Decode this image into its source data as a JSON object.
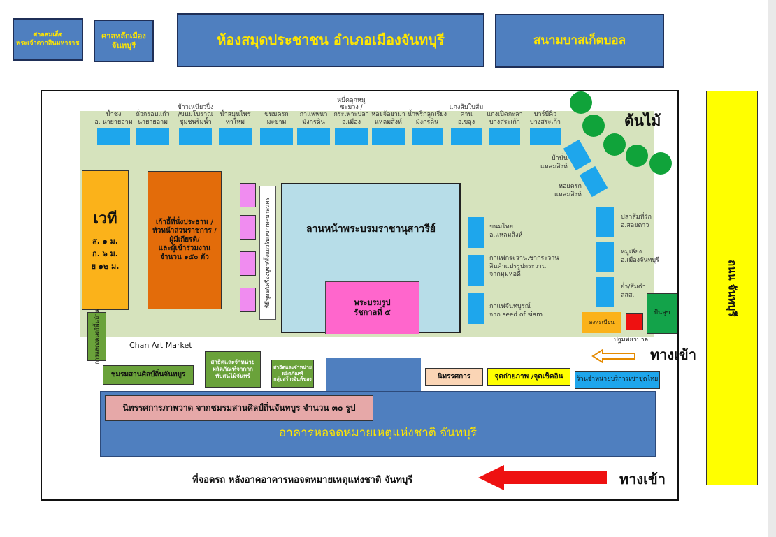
{
  "top": {
    "shrine_king": "ศาลสมเด็จ\nพระเจ้าตากสินมหาราช",
    "city_pillar": "ศาลหลักเมือง\nจันทบุรี",
    "library": "ห้องสมุดประชาชน อำเภอเมืองจันทบุรี",
    "basketball": "สนามบาสเก็ตบอล"
  },
  "road": "ถนน จันทบุรี",
  "trees_label": "ต้นไม้",
  "top_stalls": [
    "น้ำชง\nอ. นายายอาม",
    "ถั่วกรอบแก้ว\nนายายอาม",
    "ข้าวเหนียวปิ้ง\n/ขนมโบราณ\nชุมชนริมน้ำ",
    "น้ำสมุนไพร\nท่าใหม่",
    "ขนมครก\nมะขาม",
    "กาแฟพนา\nมังกรดิน",
    "หมี่คลุกหมูชะมวง /\nกระเพาะปลา\nอ.เมือง",
    "หอยจ้อยาม่า\nแหลมสิงห์",
    "น้ำพริกลูกเรียง\nมังกรดิน",
    "แกงส้มใบส้มคาน\nอ.ขลุง",
    "แกงเปิดกะลา\nบางสระเก้า",
    "บาร์บีคิว\nบางสระเก้า"
  ],
  "diag_stalls": [
    "บ้านั่น\nแหลมสิงห์",
    "หอยครก\nแหลมสิงห์"
  ],
  "right_stalls": [
    "ปลาส้มที่รัก\nอ.สอยดาว",
    "หมูเลียง\nอ.เมืองจันทบุรี",
    "ย่ำ/ส้มตำ\nสสส."
  ],
  "inner_stalls": [
    "ขนมไทย\nอ.แหลมสิงห์",
    "กาแฟกระวาน,ชากระวาน\nสินค้าแปรรูปกระวาน\nจากมุมหอดี",
    "กาแฟจันทบูรณ์\nจาก seed of siam"
  ],
  "stage": {
    "title": "เวที",
    "dims": "ส. ๑ ม.\nก. ๖ ม.\nย ๑๒ ม."
  },
  "seats": "เก้าอี้ที่นั่งประธาน /\nหัวหน้าส่วนราชการ /\nผู้มีเกียรติ/\nและผู้เข้าร่วมงาน\nจำนวน ๑๕๐ ตัว",
  "vertical_table": "พิธีพุทธ/เครื่องบูชา/ตั้งแถวรับแขกเทศบาลนคร",
  "plaza": "ลานหน้าพระบรมราชานุสาวรีย์",
  "statue": "พระบรมรูป\nรัชกาลที่ ๕",
  "registration": "ลงทะเบียน",
  "first_aid": "ปฐมพยาบาล",
  "donation": "ปันสุข",
  "entrance_right": "ทางเข้า",
  "entrance_bottom": "ทางเข้า",
  "left_vertical": "การแสดงดนตรีพื้นบ้าน",
  "chan_art_market": "Chan Art Market",
  "art_club": "ชมรมสานศิลป์ถิ่นจันทบูร",
  "demo1": "สาธิตและจำหน่าย\nผลิตภัณฑ์จากกก\nทับสนไม้จันทร์",
  "demo2": "สาธิตและจำหน่าย\nผลิตภัณฑ์\nกลุ่มสร้างจันท์ของ",
  "exhibition": "นิทรรศการ",
  "photo_spot": "จุดถ่ายภาพ /จุดเช็คอิน",
  "rental": "ร้านจำหน่ายบริการเช่าชุดไทย",
  "painting_exhibition": "นิทรรศการภาพวาด จากชมรมสานศิลป์ถิ่นจันทบูร จำนวน ๓๐ รูป",
  "archives": "อาคารหอจดหมายเหตุแห่งชาติ จันทบุรี",
  "parking": "ที่จอดรถ หลังอาคอาคารหอจดหมายเหตุแห่งชาติ จันทบุรี",
  "colors": {
    "top_box": "#4f7fbf",
    "road": "#ffff00",
    "stall": "#1ea6ec",
    "lawn": "#d6e3bd",
    "stage": "#fbb21a",
    "seats": "#e36c0a",
    "plaza": "#b7dde8",
    "statue": "#ff66cc",
    "tree": "#10a33a",
    "archives": "#4f7fbf",
    "arrow_red": "#ee1111"
  }
}
